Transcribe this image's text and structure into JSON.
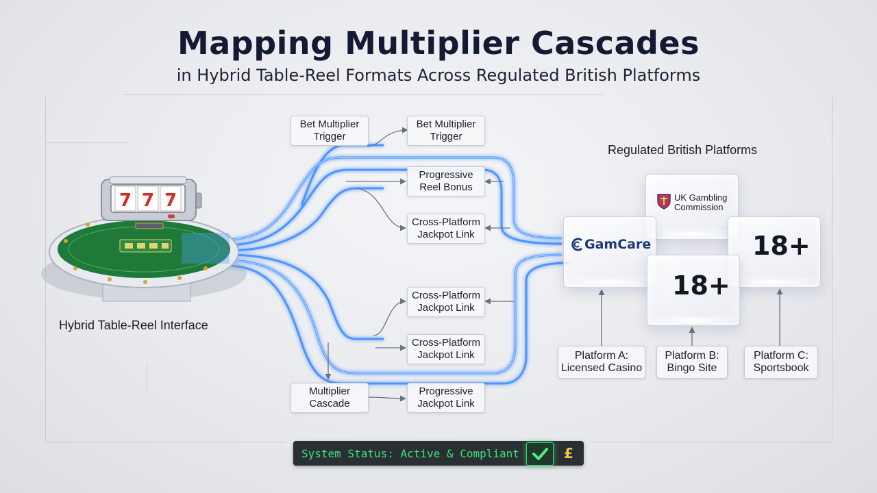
{
  "header": {
    "title": "Mapping Multiplier Cascades",
    "subtitle": "in Hybrid Table-Reel Formats Across Regulated British Platforms"
  },
  "interface": {
    "label": "Hybrid Table-Reel Interface",
    "reel_symbols": [
      "7",
      "7",
      "7"
    ]
  },
  "flow_nodes": {
    "bet_trigger_left": "Bet Multiplier\nTrigger",
    "bet_trigger_right": "Bet Multiplier\nTrigger",
    "progressive_reel_bonus": "Progressive\nReel Bonus",
    "cross_platform_1": "Cross-Platform\nJackpot Link",
    "cross_platform_2": "Cross-Platform\nJackpot Link",
    "cross_platform_3": "Cross-Platform\nJackpot Link",
    "multiplier_cascade": "Multiplier\nCascade",
    "progressive_jackpot": "Progressive\nJackpot Link"
  },
  "platforms": {
    "heading": "Regulated British Platforms",
    "ukgc_label": "UK Gambling\nCommission",
    "gamcare_label": "GamCare",
    "age_label_1": "18+",
    "age_label_2": "18+",
    "platform_a": "Platform A:\nLicensed Casino",
    "platform_b": "Platform B:\nBingo Site",
    "platform_c": "Platform C:\nSportsbook"
  },
  "status": {
    "text": "System Status: Active & Compliant",
    "check_icon": "checkmark-icon",
    "currency_symbol": "£",
    "ok_color": "#3fe07a"
  },
  "colors": {
    "wire": "#3d8bff",
    "wire_glow": "#9cc6ff",
    "felt": "#1f7a3a"
  }
}
